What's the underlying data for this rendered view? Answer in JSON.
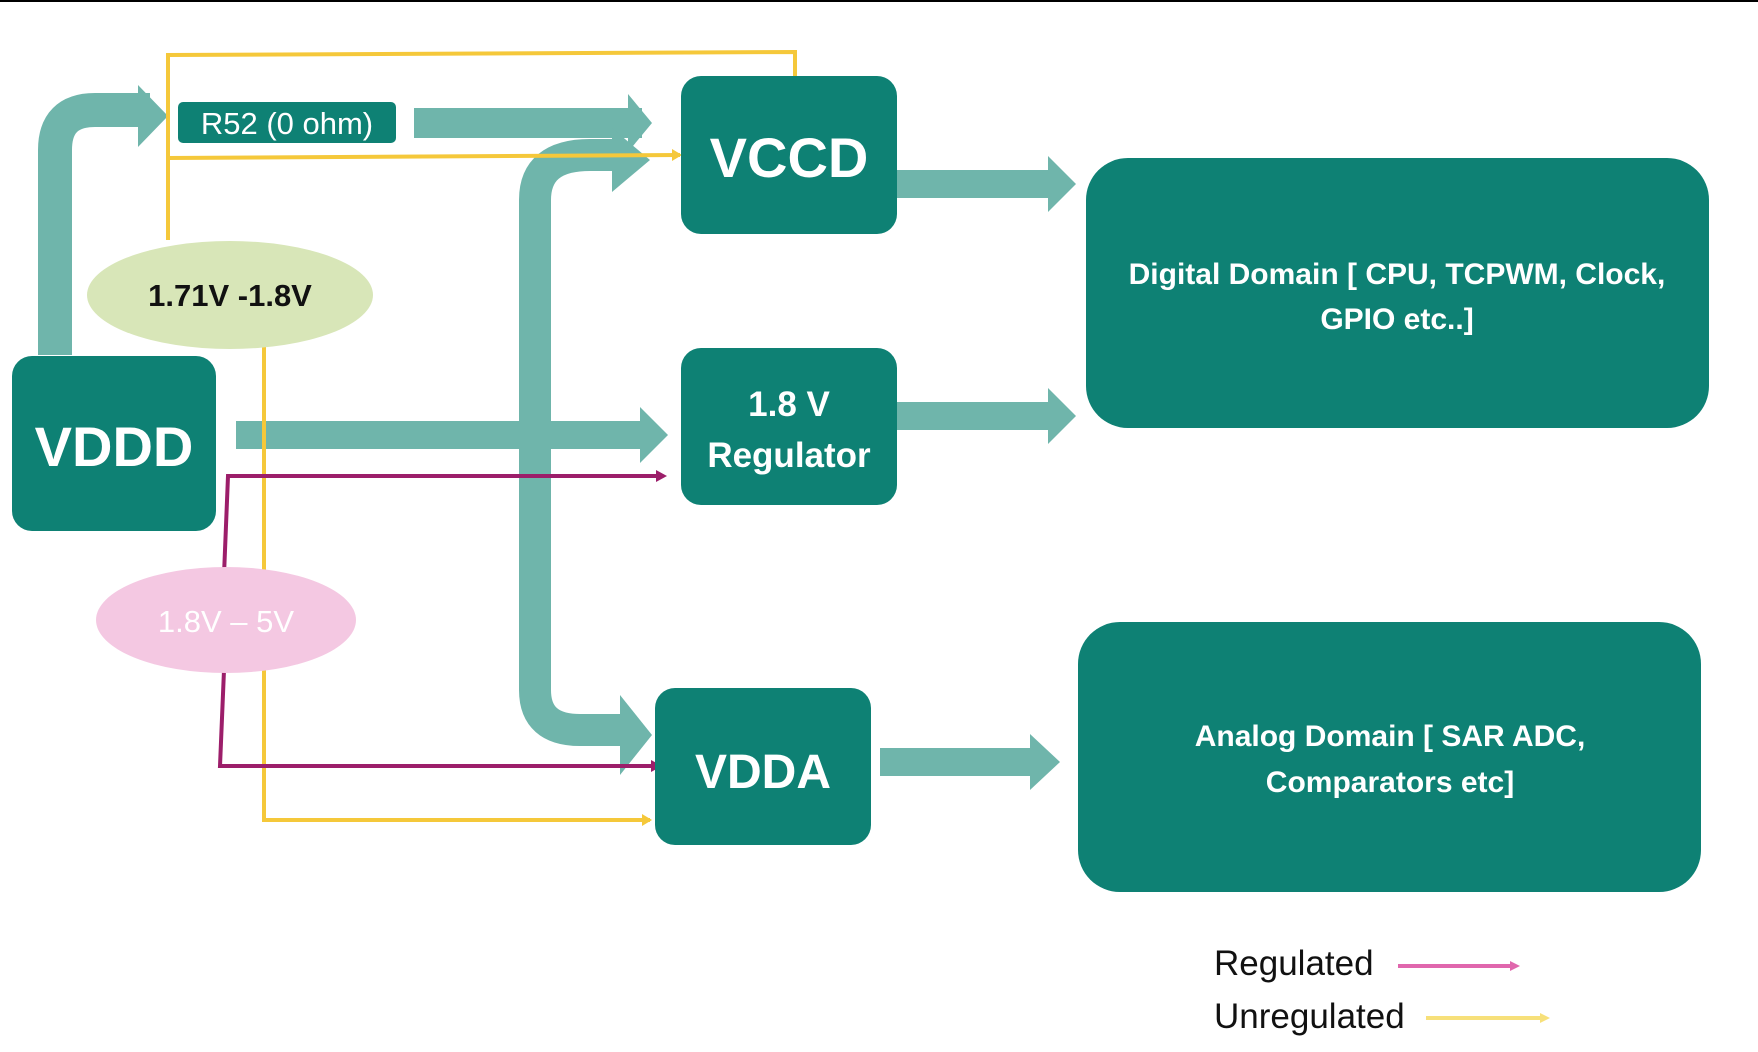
{
  "nodes": {
    "vddd": "VDDD",
    "vccd": "VCCD",
    "regulator_line1": "1.8 V",
    "regulator_line2": "Regulator",
    "vdda": "VDDA",
    "resistor": "R52 (0 ohm)",
    "digital_domain_line1": "Digital Domain [ CPU, TCPWM, Clock,",
    "digital_domain_line2": "GPIO etc..]",
    "analog_domain_line1": "Analog Domain [ SAR ADC,",
    "analog_domain_line2": "Comparators etc]"
  },
  "voltage_ranges": {
    "low": "1.71V -1.8V",
    "high": "1.8V – 5V"
  },
  "legend": {
    "regulated": "Regulated",
    "unregulated": "Unregulated"
  },
  "colors": {
    "box_fill": "#0e8174",
    "flow_arrow": "#6fb5ab",
    "regulated_line": "#9c1e6a",
    "regulated_legend": "#e067ad",
    "unregulated_line": "#f5c83a",
    "unregulated_legend": "#f7e07a",
    "low_range_ellipse": "#d8e6b8",
    "high_range_ellipse": "#f4c8e2"
  }
}
